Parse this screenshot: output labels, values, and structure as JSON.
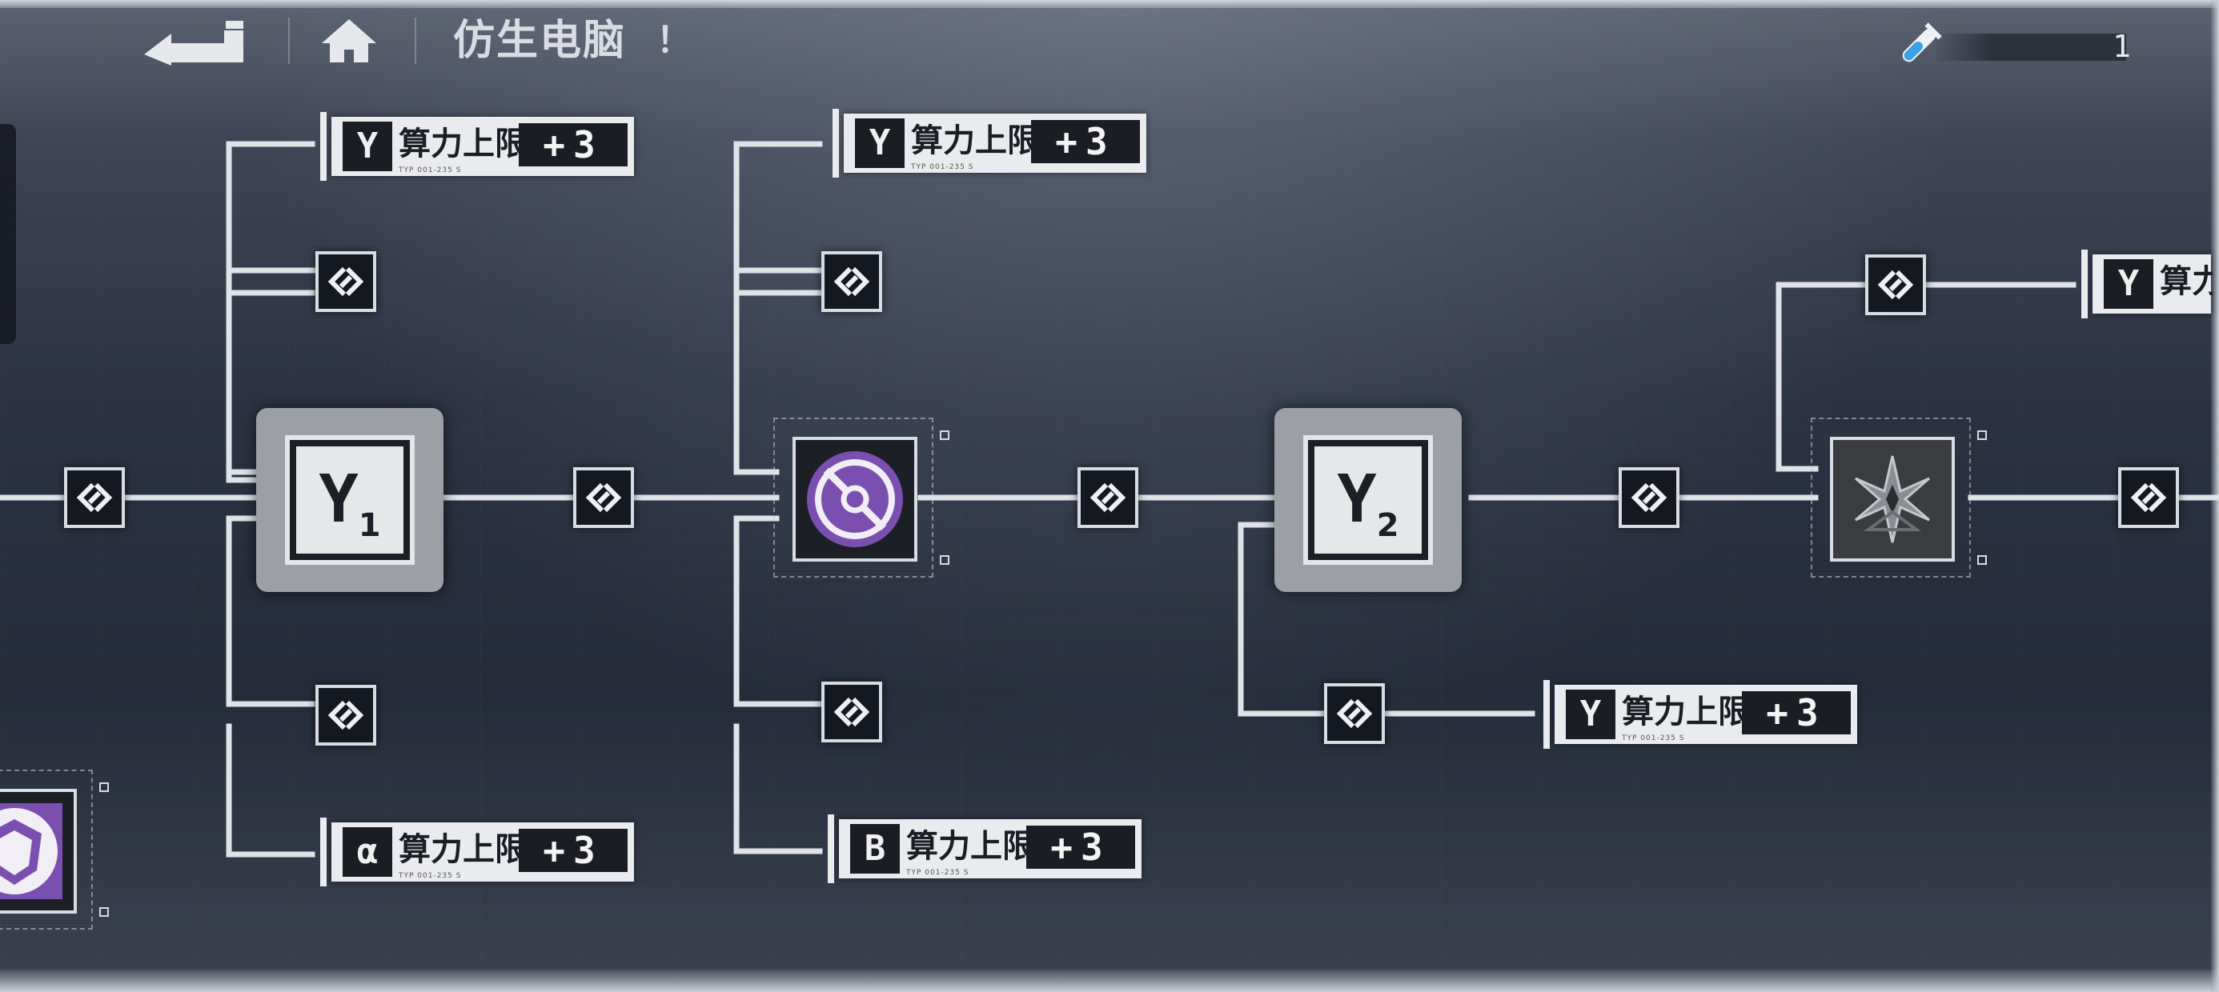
{
  "header": {
    "title": "仿生电脑",
    "title_mark": "！",
    "resource_count": "1"
  },
  "nodes": {
    "card_bonus_label": "算力上限",
    "card_bonus_value": "+3",
    "card_micro": "TYP 001-235 S",
    "gamma_glyph": "Y",
    "alpha_glyph": "α",
    "beta_glyph": "B",
    "big_node_1_glyph": "Y",
    "big_node_1_sub": "1",
    "big_node_2_glyph": "Y",
    "big_node_2_sub": "2"
  },
  "colors": {
    "accent_purple": "#7b4fb0",
    "node_light": "#e6e7e9",
    "node_dark": "#1c1f26",
    "wire": "#dfe3e8"
  }
}
